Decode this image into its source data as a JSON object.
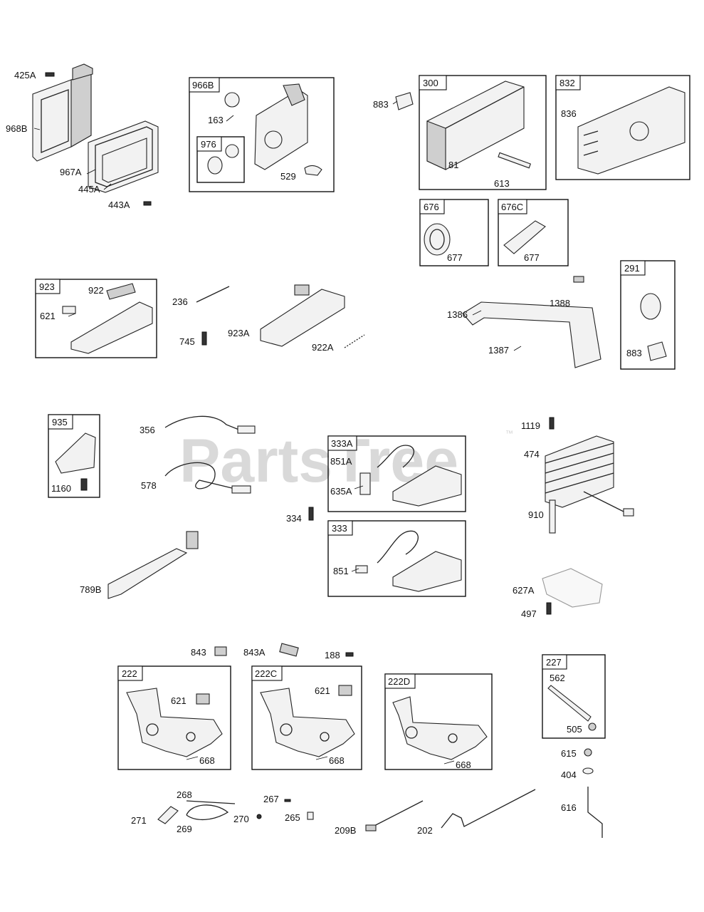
{
  "watermark": {
    "text": "PartsTree",
    "trademark": "™"
  },
  "groups": {
    "g966B": "966B",
    "g976": "976",
    "g300": "300",
    "g832": "832",
    "g676": "676",
    "g676C": "676C",
    "g923": "923",
    "g291": "291",
    "g935": "935",
    "g333A": "333A",
    "g333": "333",
    "g222": "222",
    "g222C": "222C",
    "g222D": "222D",
    "g227": "227"
  },
  "parts": {
    "p425A": "425A",
    "p968B": "968B",
    "p967A": "967A",
    "p445A": "445A",
    "p443A": "443A",
    "p163": "163",
    "p529": "529",
    "p883a": "883",
    "p81": "81",
    "p613": "613",
    "p836": "836",
    "p677a": "677",
    "p677b": "677",
    "p922": "922",
    "p621a": "621",
    "p236": "236",
    "p745": "745",
    "p923A": "923A",
    "p922A": "922A",
    "p1386": "1386",
    "p1388": "1388",
    "p1387": "1387",
    "p883b": "883",
    "p1160": "1160",
    "p356": "356",
    "p578": "578",
    "p334": "334",
    "p851A": "851A",
    "p635A": "635A",
    "p851": "851",
    "p1119": "1119",
    "p474": "474",
    "p910": "910",
    "p627A": "627A",
    "p497": "497",
    "p789B": "789B",
    "p843": "843",
    "p843A": "843A",
    "p188": "188",
    "p621b": "621",
    "p668a": "668",
    "p621c": "621",
    "p668b": "668",
    "p668c": "668",
    "p562": "562",
    "p505": "505",
    "p615": "615",
    "p404": "404",
    "p616": "616",
    "p268": "268",
    "p267": "267",
    "p271": "271",
    "p269": "269",
    "p270": "270",
    "p265": "265",
    "p209B": "209B",
    "p202": "202"
  }
}
